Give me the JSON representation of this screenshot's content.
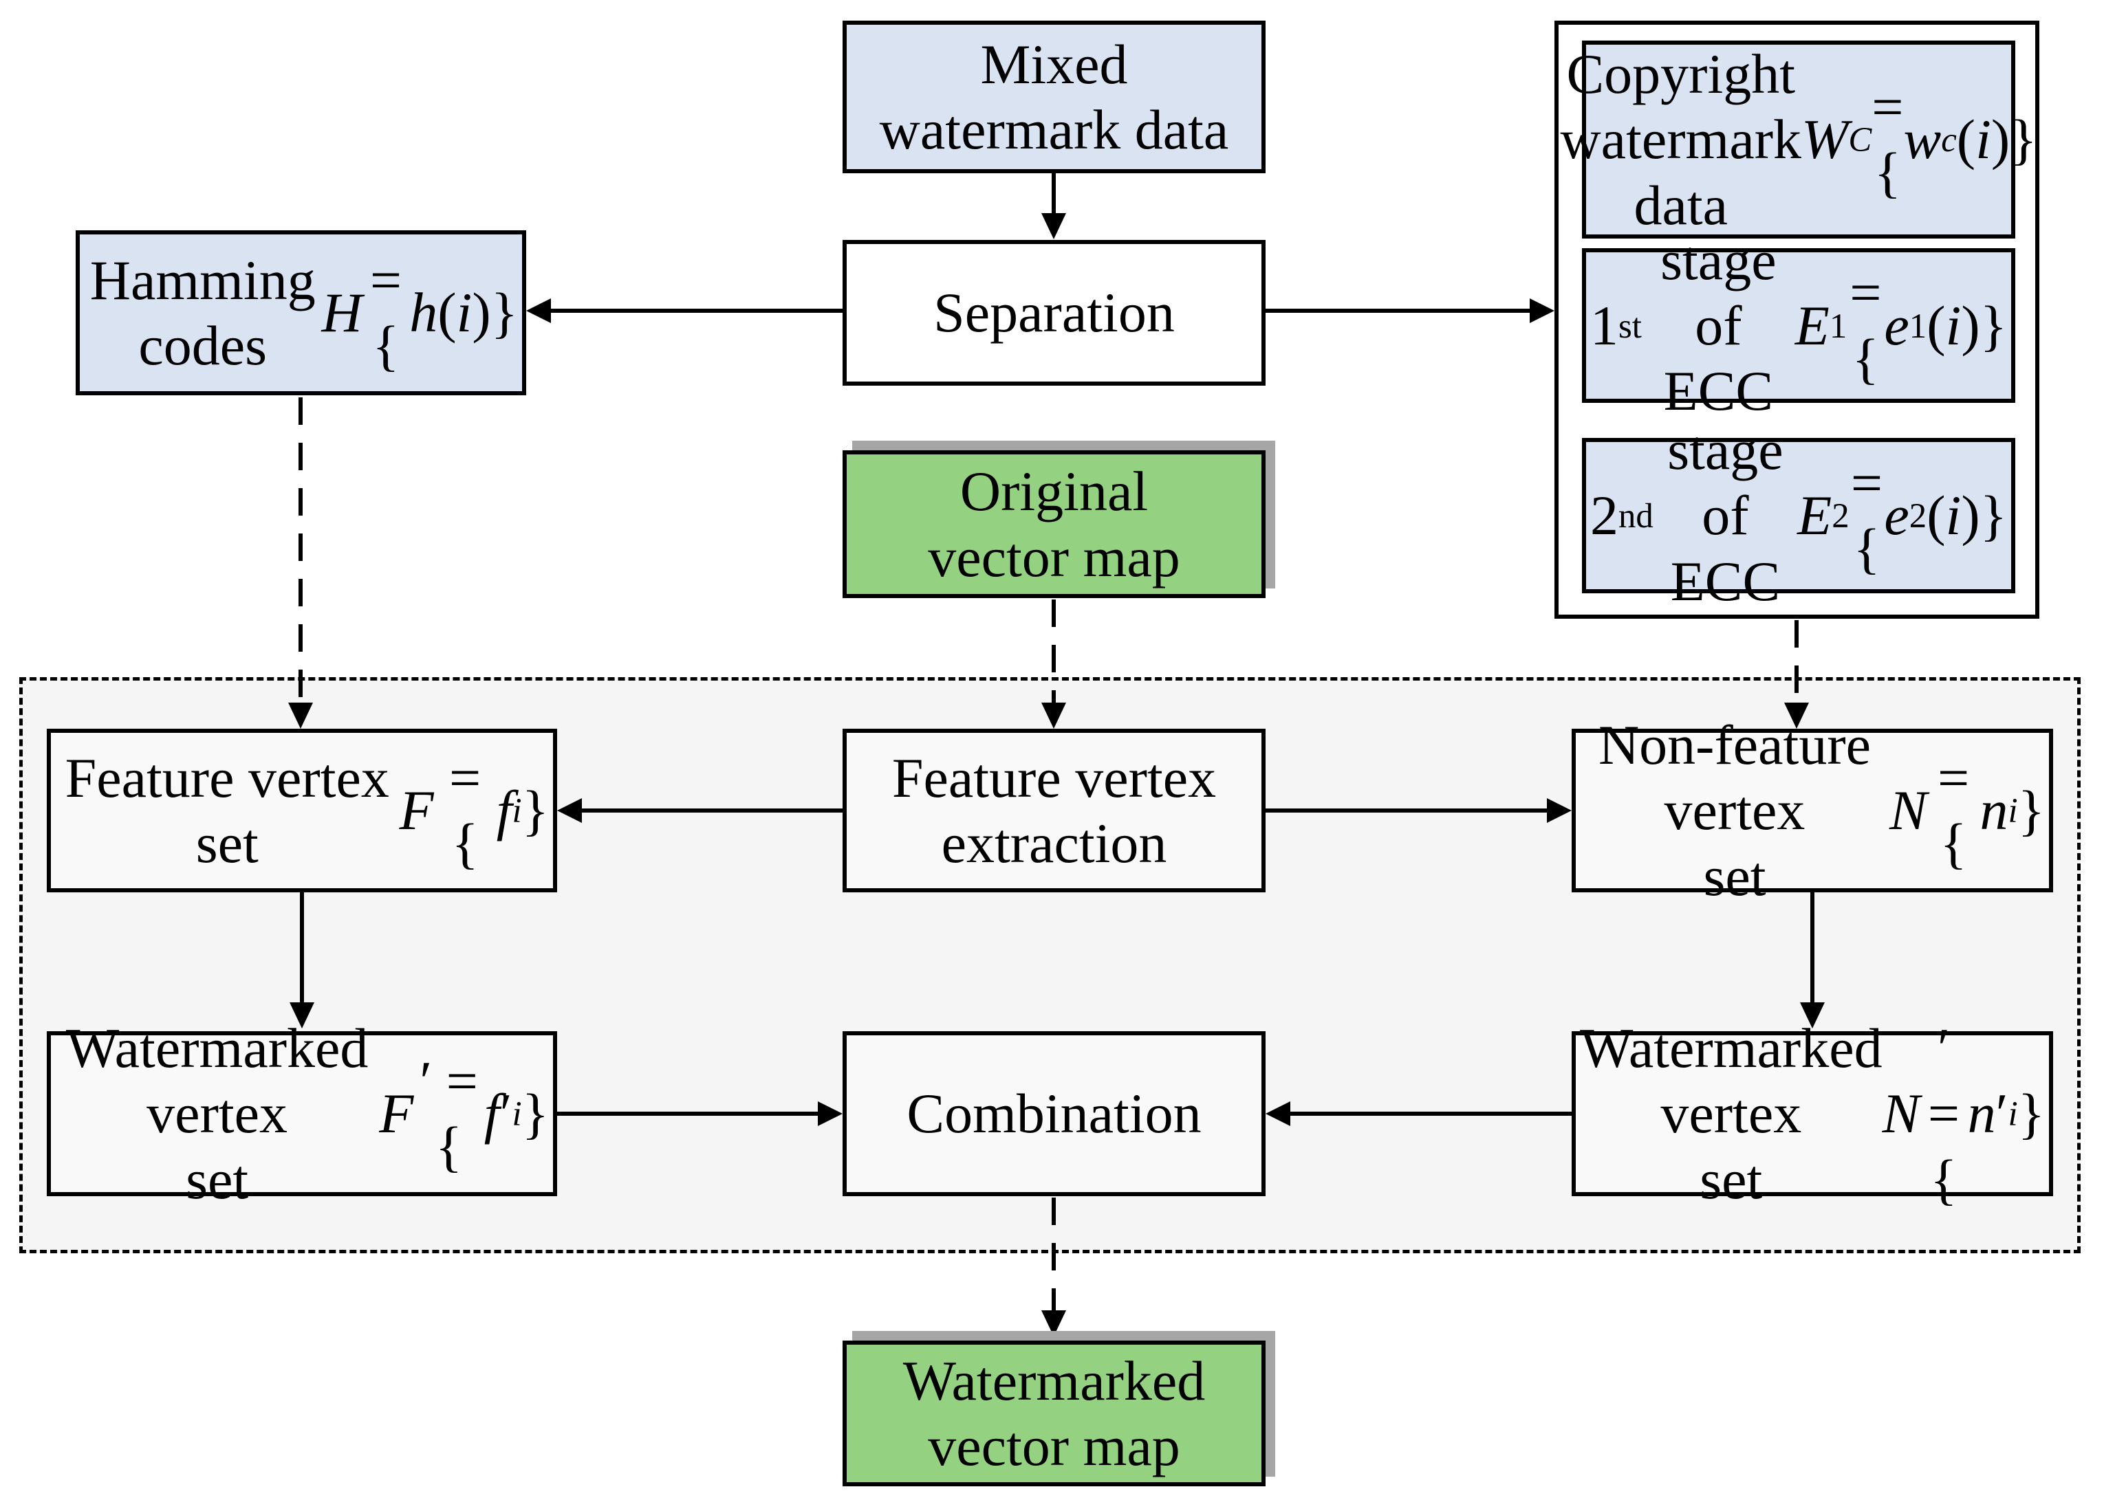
{
  "diagram": {
    "type": "flowchart",
    "description": "Watermark embedding process for vector maps"
  },
  "colors": {
    "box_blue": "#d9e3f1",
    "box_green": "#94d281",
    "shadow_gray": "#a6a6a6",
    "panel_gray": "#f5f5f5",
    "panel_box_fill": "#f9f9f9",
    "line_black": "#000000"
  },
  "nodes": {
    "mixed": "Mixed\nwatermark data",
    "separation": "Separation",
    "original_map": "Original\nvector map",
    "hamming": "Hamming codes\n*H* = {*h*(*i*)}",
    "copyright": "Copyright\nwatermark data\n*W*_*C*_ = {*w*_*c*_(*i*)}",
    "ecc1": "1^st^ stage of ECC\n*E*_1_ = {*e*_1_(*i*)}",
    "ecc2": "2^nd^ stage of ECC\n*E*_2_ = {*e*_2_(*i*)}",
    "feature_set": "Feature vertex set\n*F* = {*f*_*i*_}",
    "extraction": "Feature vertex\nextraction",
    "nonfeature_set": "Non-feature vertex\nset *N* = {*n*_*i*_}",
    "wm_feature_set": "Watermarked vertex\nset *F*′ = {*f*′_*i*_}",
    "combination": "Combination",
    "wm_nonfeature_set": "Watermarked vertex\nset *N*′ = {*n*′_*i*_}",
    "wm_map": "Watermarked\nvector map"
  },
  "edges": [
    {
      "from": "mixed",
      "to": "separation",
      "style": "solid"
    },
    {
      "from": "separation",
      "to": "hamming",
      "style": "solid"
    },
    {
      "from": "separation",
      "to": "copyright-group",
      "style": "solid"
    },
    {
      "from": "hamming",
      "to": "feature_set",
      "style": "dashed"
    },
    {
      "from": "original_map",
      "to": "extraction",
      "style": "dashed"
    },
    {
      "from": "copyright-group",
      "to": "nonfeature_set",
      "style": "dashed"
    },
    {
      "from": "extraction",
      "to": "feature_set",
      "style": "solid"
    },
    {
      "from": "extraction",
      "to": "nonfeature_set",
      "style": "solid"
    },
    {
      "from": "feature_set",
      "to": "wm_feature_set",
      "style": "solid"
    },
    {
      "from": "nonfeature_set",
      "to": "wm_nonfeature_set",
      "style": "solid"
    },
    {
      "from": "wm_feature_set",
      "to": "combination",
      "style": "solid"
    },
    {
      "from": "wm_nonfeature_set",
      "to": "combination",
      "style": "solid"
    },
    {
      "from": "combination",
      "to": "wm_map",
      "style": "dashed"
    }
  ]
}
